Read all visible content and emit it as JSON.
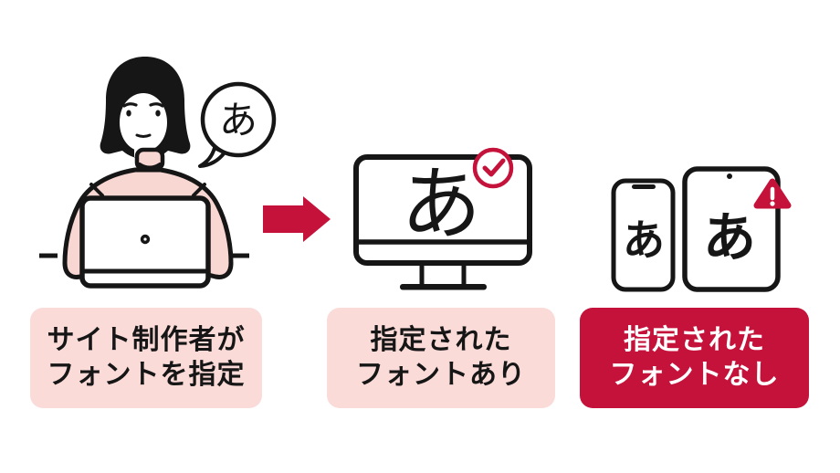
{
  "colors": {
    "accent": "#C5123A",
    "pink": "#FADBD8",
    "sweater": "#F8D6D2",
    "ink": "#161616",
    "paper": "#FFFFFF"
  },
  "panels": {
    "creator": {
      "bubble_char": "あ",
      "bubble_char_style": "serif (specified font)",
      "label_lines": [
        "サイト制作者が",
        "フォントを指定"
      ]
    },
    "font_available": {
      "screen_char": "あ",
      "screen_char_style": "serif (specified font)",
      "status_icon": "check-badge",
      "label_lines": [
        "指定された",
        "フォントあり"
      ]
    },
    "font_missing": {
      "phone_char": "あ",
      "tablet_char": "あ",
      "device_char_style": "sans-serif (fallback font)",
      "status_icon": "warning-triangle",
      "label_lines": [
        "指定された",
        "フォントなし"
      ]
    }
  },
  "arrow": {
    "direction": "right"
  }
}
